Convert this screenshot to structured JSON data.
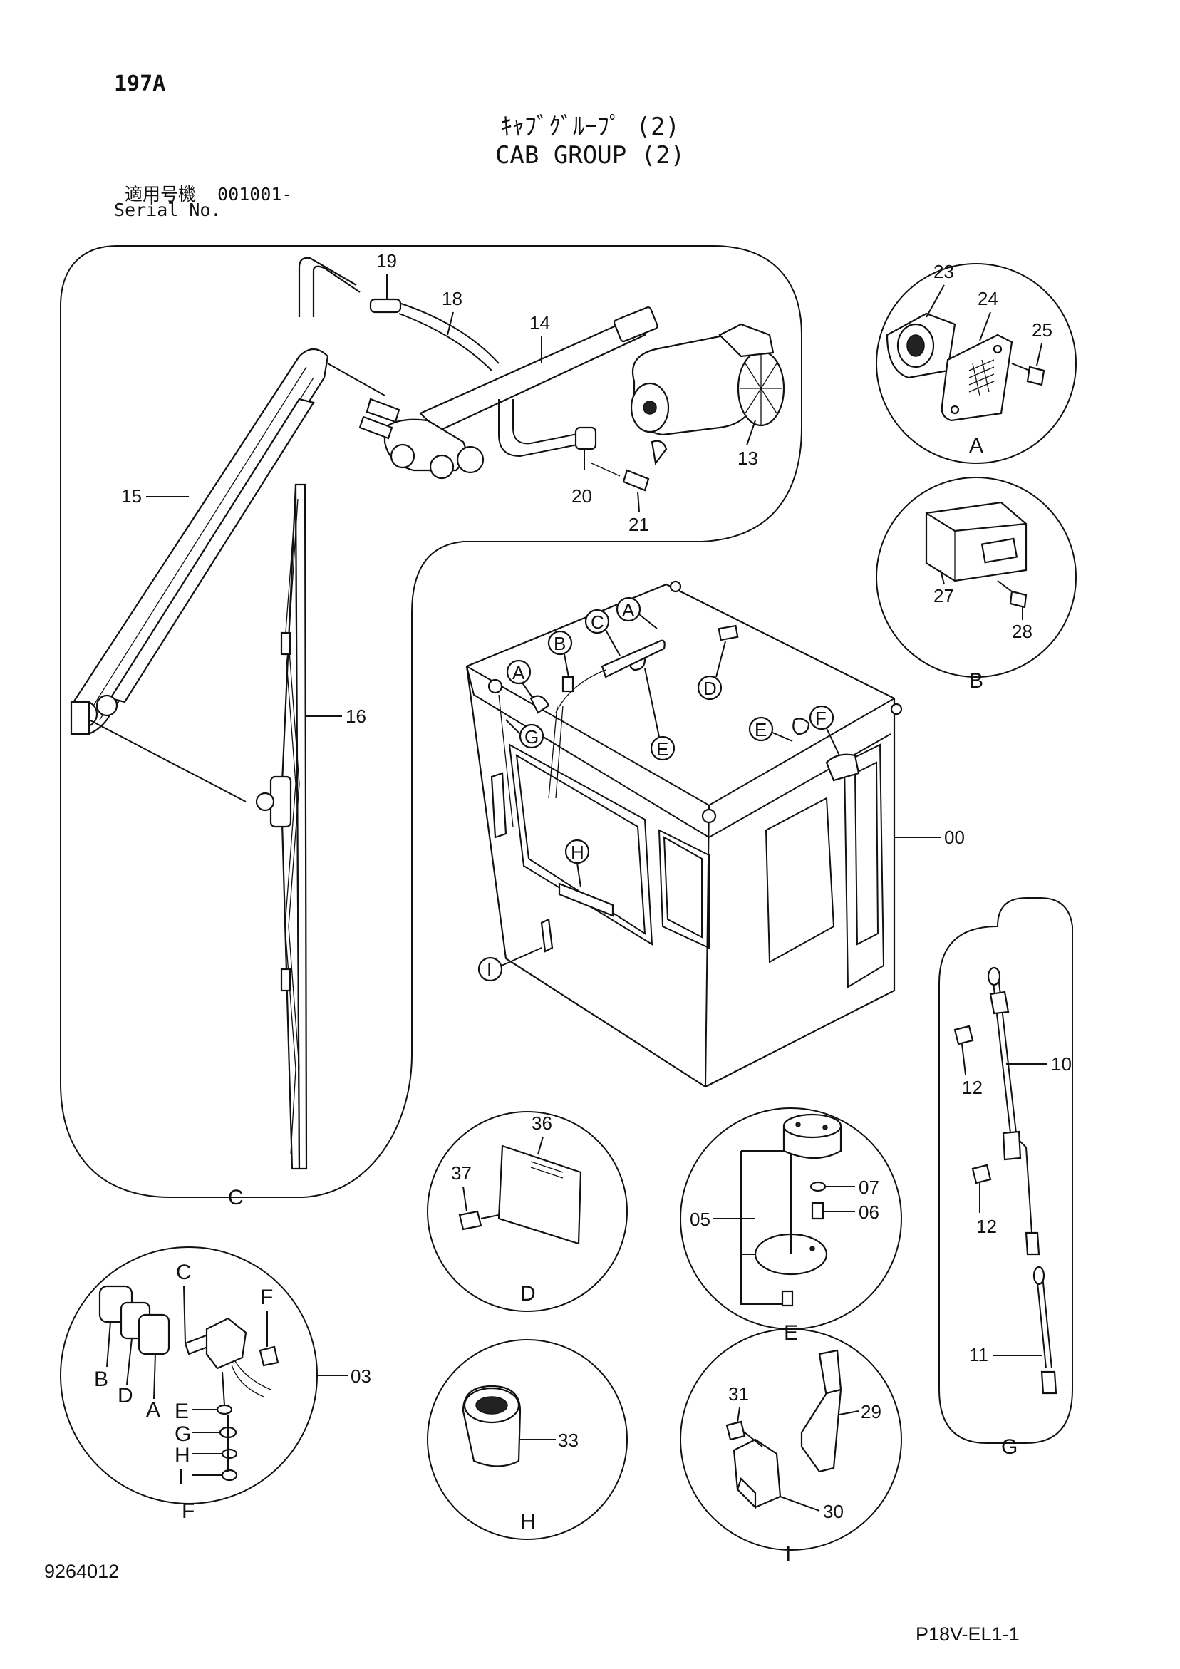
{
  "header": {
    "page_number": "197A",
    "title_jp": "ｷｬﾌﾞｸﾞﾙｰﾌﾟ (2)",
    "title_en": "CAB GROUP (2)",
    "serial_label_jp": "適用号機",
    "serial_range": "001001-",
    "serial_label_en": "Serial No."
  },
  "footer": {
    "figure_code": "9264012",
    "sheet_code": "P18V-EL1-1"
  },
  "part_numbers": {
    "p00": "00",
    "p03": "03",
    "p05": "05",
    "p06": "06",
    "p07": "07",
    "p10": "10",
    "p11": "11",
    "p12a": "12",
    "p12b": "12",
    "p13": "13",
    "p14": "14",
    "p15": "15",
    "p16": "16",
    "p18": "18",
    "p19": "19",
    "p20": "20",
    "p21": "21",
    "p23": "23",
    "p24": "24",
    "p25": "25",
    "p27": "27",
    "p28": "28",
    "p29": "29",
    "p30": "30",
    "p31": "31",
    "p33": "33",
    "p36": "36",
    "p37": "37"
  },
  "detail_letters": {
    "det_a": "A",
    "det_b": "B",
    "det_c": "C",
    "det_d": "D",
    "det_e": "E",
    "det_f": "F",
    "det_g": "G",
    "det_h": "H",
    "det_i": "I"
  },
  "callouts": {
    "a1": "A",
    "a2": "A",
    "b": "B",
    "c": "C",
    "d": "D",
    "e1": "E",
    "e2": "E",
    "f": "F",
    "g": "G",
    "h": "H",
    "i": "I"
  },
  "switch_labels": {
    "c": "C",
    "f": "F",
    "b": "B",
    "d": "D",
    "a": "A",
    "e": "E",
    "g": "G",
    "h": "H",
    "i": "I"
  }
}
